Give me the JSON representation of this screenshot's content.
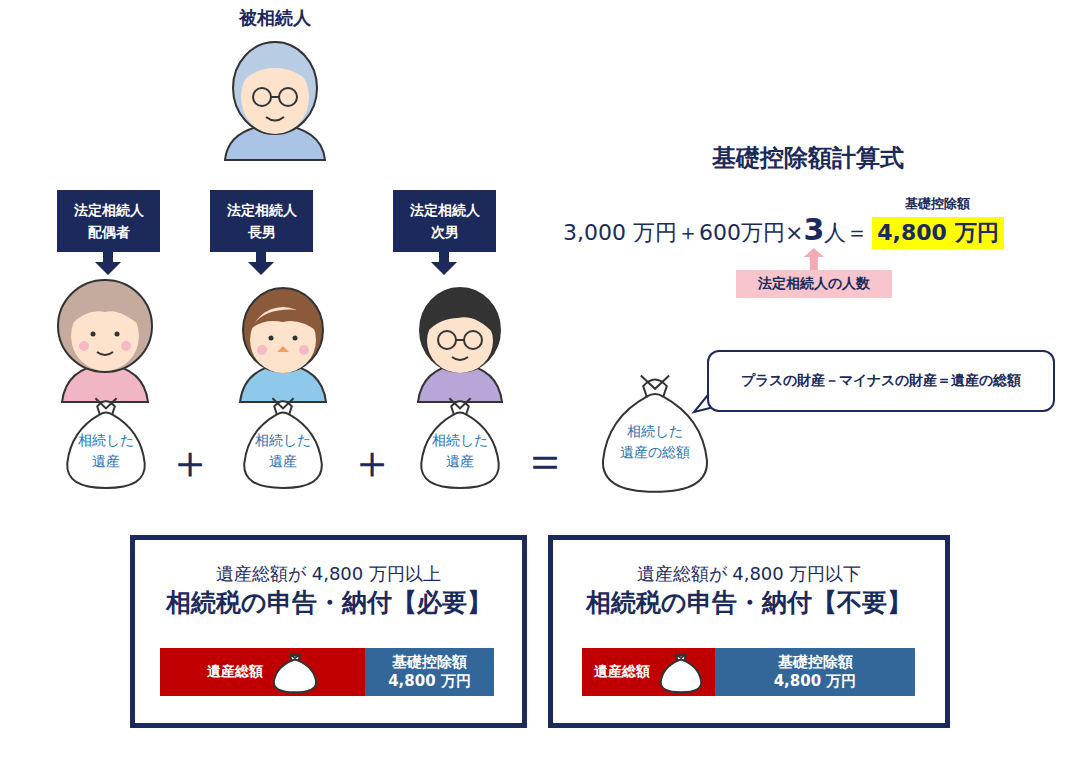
{
  "diagram": {
    "nodes": [
      {
        "text": [
          "法定相続人 配偶者"
        ]
      },
      {
        "text": [
          "法定相続人 長男"
        ]
      },
      {
        "text": [
          "法定相続人 次男"
        ]
      },
      {
        "text": [
          "相続した 遺産"
        ]
      },
      {
        "text": [
          "相続した 遺産"
        ]
      },
      {
        "text": [
          "相続した 遺産"
        ]
      },
      {
        "text": [
          "相続した 遺産の総額"
        ]
      },
      {
        "text": [
          "プラスの財産－マイナスの財産＝遺産の総額"
        ]
      },
      {
        "text": [
          "基礎控除額",
          "4,800 万円"
        ]
      },
      {
        "text": [
          "法定相続人の人数"
        ]
      },
      {
        "text": [
          "遺産総額が 4,800 万円以上",
          "相続税の申告・納付【必要】"
        ]
      },
      {
        "text": [
          "遺産総額"
        ],
        "in": 10
      },
      {
        "text": [
          "基礎控除額 4,800 万円"
        ],
        "in": 10
      },
      {
        "text": [
          "遺産総額が 4,800 万円以下",
          "相続税の申告・納付【不要】"
        ]
      },
      {
        "text": [
          "遺産総額"
        ],
        "in": 13
      },
      {
        "text": [
          "基礎控除額 4,800 万円"
        ],
        "in": 13
      }
    ],
    "labels": [
      "被相続人",
      "基礎控除額計算式",
      "3,000 万円＋600万円×",
      "3",
      "人＝",
      "＋",
      "＋",
      "＝"
    ]
  }
}
